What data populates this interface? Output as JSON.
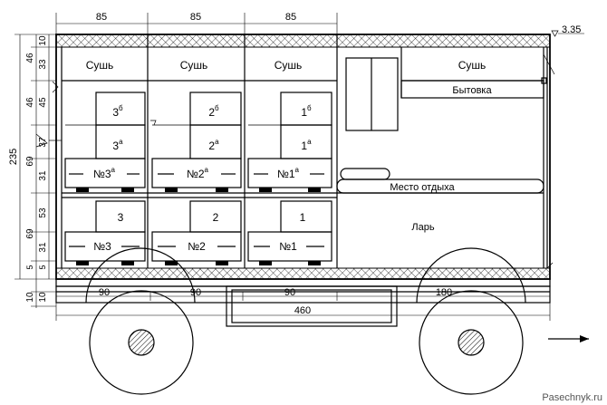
{
  "labels": {
    "dry": "Сушь",
    "utility": "Бытовка",
    "rest": "Место отдыха",
    "chest": "Ларь",
    "box3b": "3",
    "box3b_sup": "б",
    "box3a": "3",
    "box3a_sup": "а",
    "hive3a": "№3",
    "hive3a_sup": "а",
    "box2b": "2",
    "box2b_sup": "б",
    "box2a": "2",
    "box2a_sup": "а",
    "hive2a": "№2",
    "hive2a_sup": "а",
    "box1b": "1",
    "box1b_sup": "б",
    "box1a": "1",
    "box1a_sup": "а",
    "hive1a": "№1",
    "hive1a_sup": "а",
    "box3": "3",
    "box2": "2",
    "box1": "1",
    "hive3": "№3",
    "hive2": "№2",
    "hive1": "№1"
  },
  "dimensions": {
    "top_85_1": "85",
    "top_85_2": "85",
    "top_85_3": "85",
    "level": "3.35",
    "bot_90_1": "90",
    "bot_90_2": "90",
    "bot_90_3": "90",
    "bot_180": "180",
    "bot_460": "460",
    "left_235": "235",
    "l_10_top": "10",
    "l_33": "33",
    "l_46_a": "46",
    "l_45": "45",
    "l_46_b": "46",
    "l_37": "37",
    "l_69_a": "69",
    "l_31_a": "31",
    "l_53": "53",
    "l_69_b": "69",
    "l_31_b": "31",
    "l_5": "5",
    "l_5b": "5",
    "l_10_bot": "10",
    "l_10_b2": "10"
  },
  "watermark": "Pasechnyk.ru"
}
